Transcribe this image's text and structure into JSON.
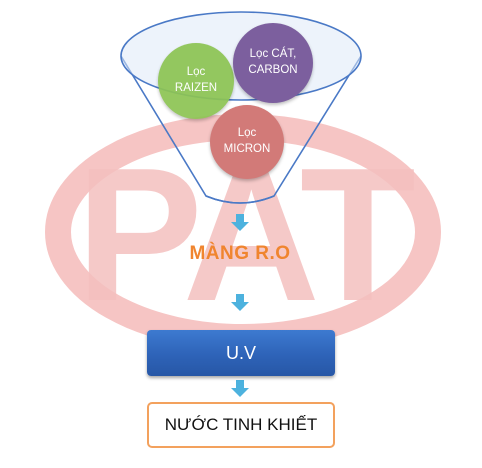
{
  "watermark": {
    "text": "PAT",
    "color": "#f4c0bf"
  },
  "funnel": {
    "stroke_color": "#4a79c6",
    "filters": [
      {
        "label": "Lọc\nRAIZEN",
        "color": "#8dc454"
      },
      {
        "label": "Lọc CÁT,\nCARBON",
        "color": "#7c5f9e"
      },
      {
        "label": "Lọc\nMICRON",
        "color": "#d27a78"
      }
    ]
  },
  "steps": {
    "membrane": {
      "label": "MÀNG R.O",
      "color": "#f0852f"
    },
    "uv": {
      "label": "U.V",
      "color": "#2e63b8"
    },
    "result": {
      "label": "NƯỚC TINH KHIẾT",
      "border_color": "#f3a15d"
    }
  },
  "arrow_color": "#4db2de"
}
